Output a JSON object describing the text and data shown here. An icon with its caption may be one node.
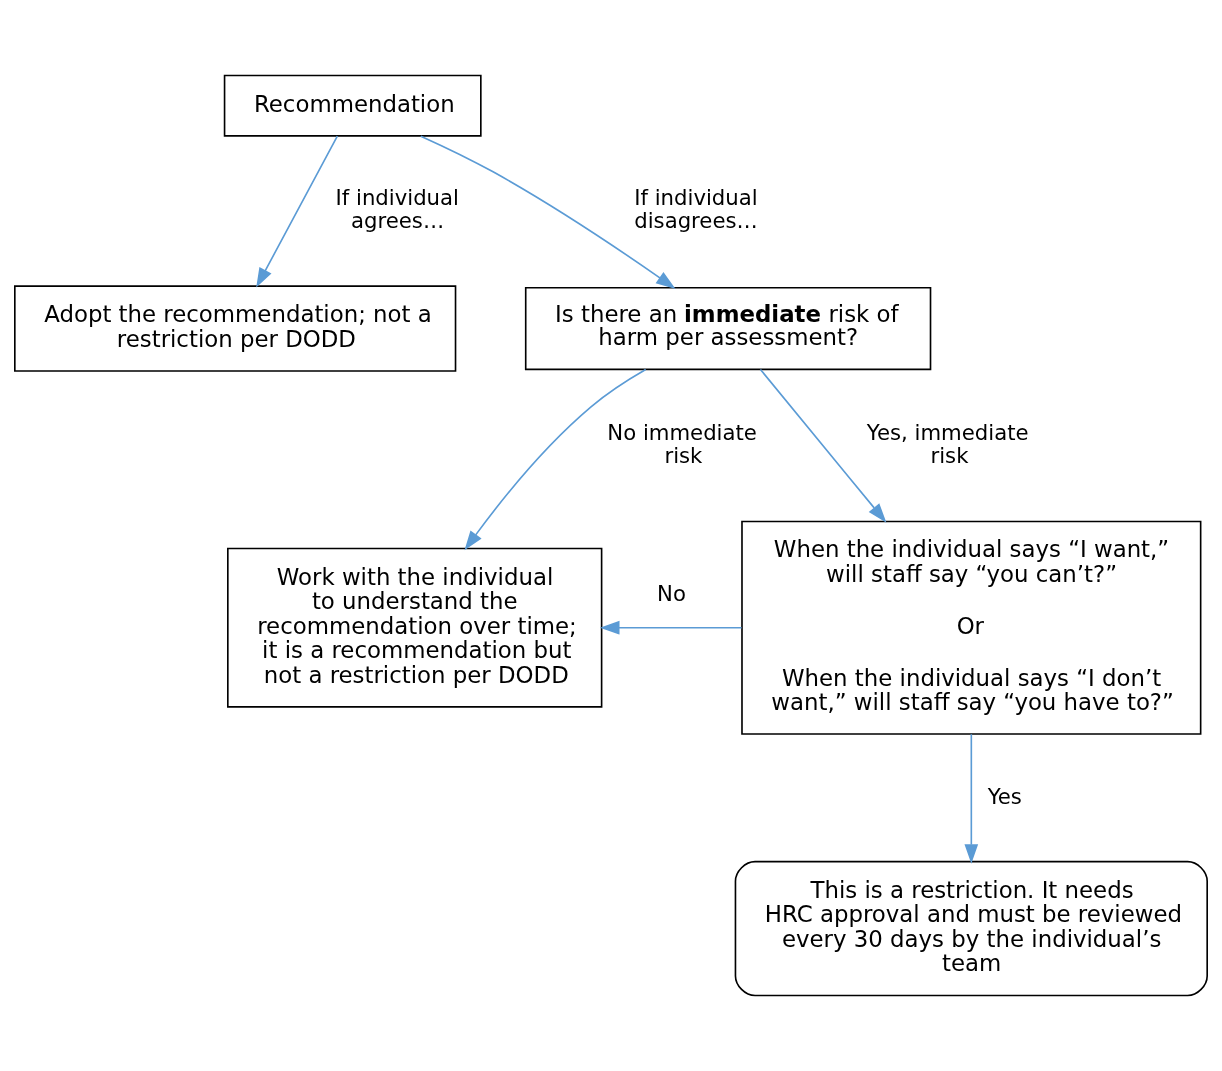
{
  "diagram": {
    "nodes": [
      {
        "text": [
          "Recommendation"
        ]
      },
      {
        "text": [
          "Adopt the recommendation; not a restriction per DODD"
        ]
      },
      {
        "text": [
          "Is there an **immediate** risk of harm per assessment?"
        ]
      },
      {
        "text": [
          "Work with the individual to understand the recommendation over time; it is a recommendation but not a restriction per DODD"
        ]
      },
      {
        "text": [
          "When the individual says “I want,” will staff say “you can’t?”",
          "Or",
          "When the individual says “I don’t want,” will staff say “you have to?”"
        ]
      },
      {
        "text": [
          "This is a restriction. It needs HRC approval and must be reviewed every 30 days by the individual’s team"
        ]
      }
    ],
    "edges": [
      {
        "from": 0,
        "to": 1,
        "arrow": "to",
        "label": "If individual agrees…"
      },
      {
        "from": 0,
        "to": 2,
        "arrow": "to",
        "label": "If individual disagrees…"
      },
      {
        "from": 2,
        "to": 3,
        "arrow": "to",
        "label": "No immediate risk"
      },
      {
        "from": 2,
        "to": 4,
        "arrow": "to",
        "label": "Yes, immediate risk"
      },
      {
        "from": 4,
        "to": 3,
        "arrow": "to",
        "label": "No"
      },
      {
        "from": 4,
        "to": 5,
        "arrow": "to",
        "label": "Yes"
      }
    ]
  }
}
